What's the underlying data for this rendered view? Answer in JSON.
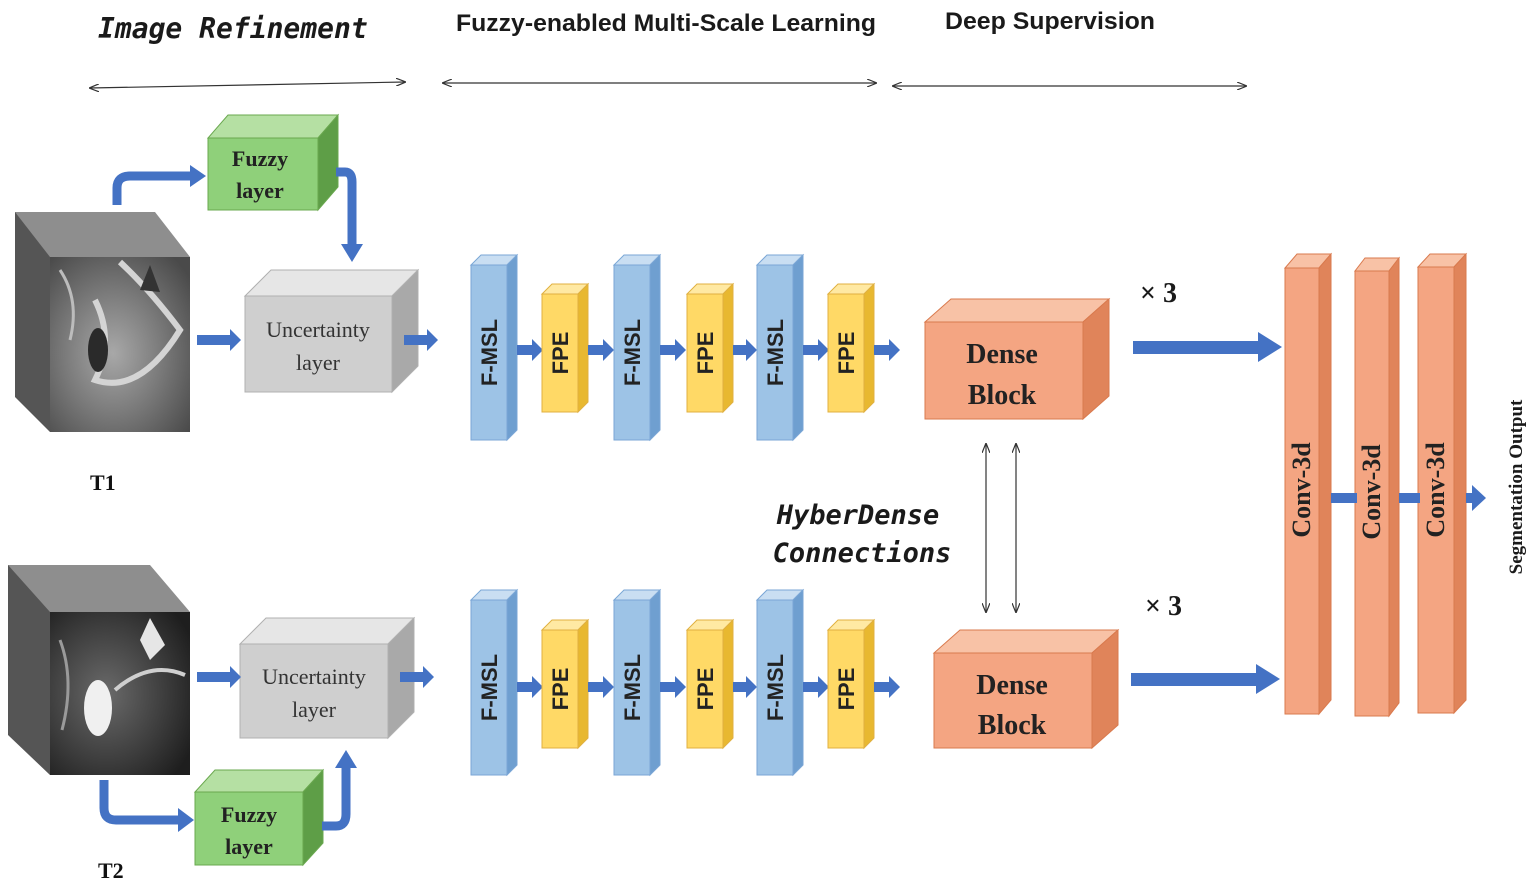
{
  "sections": {
    "image_refinement": "Image Refinement",
    "multi_scale": "Fuzzy-enabled Multi-Scale Learning",
    "deep_supervision": "Deep Supervision"
  },
  "inputs": {
    "t1": "T1",
    "t2": "T2"
  },
  "fuzzy_layer": {
    "line1": "Fuzzy",
    "line2": "layer"
  },
  "uncertainty_layer": {
    "line1": "Uncertainty",
    "line2": "layer"
  },
  "fmsl": "F-MSL",
  "fpe": "FPE",
  "dense_block": {
    "line1": "Dense",
    "line2": "Block"
  },
  "repeat": "× 3",
  "hyperdense": {
    "line1": "HyberDense",
    "line2": "Connections"
  },
  "conv": "Conv-3d",
  "output": "Segmentation Output",
  "colors": {
    "arrow_blue": "#4472c4",
    "fuzzy_green": "#8fd07a",
    "uncertainty_gray": "#cfcfcf",
    "fmsl_blue": "#9dc3e6",
    "fpe_yellow": "#ffd966",
    "dense_orange": "#f4a582"
  }
}
